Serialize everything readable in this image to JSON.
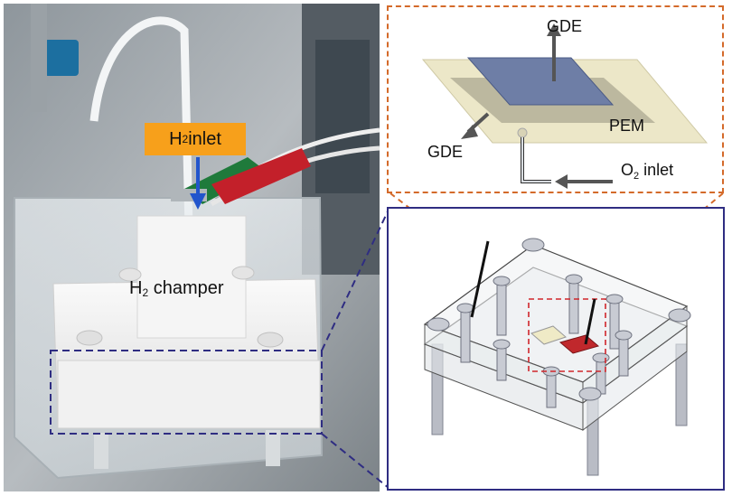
{
  "photo": {
    "h2_inlet": {
      "main": "H",
      "sub": "2",
      "rest": " inlet"
    },
    "h2_champer": {
      "main": "H",
      "sub": "2",
      "rest": " champer"
    }
  },
  "schematic": {
    "gde_top": "GDE",
    "gde_left": "GDE",
    "pem": "PEM",
    "o2_inlet": {
      "main": "O",
      "sub": "2",
      "rest": " inlet"
    }
  },
  "colors": {
    "orange_dashed": "#d46a2a",
    "navy_border": "#2f2d82",
    "label_orange": "#f7a01b",
    "arrow_blue": "#2255cc"
  }
}
